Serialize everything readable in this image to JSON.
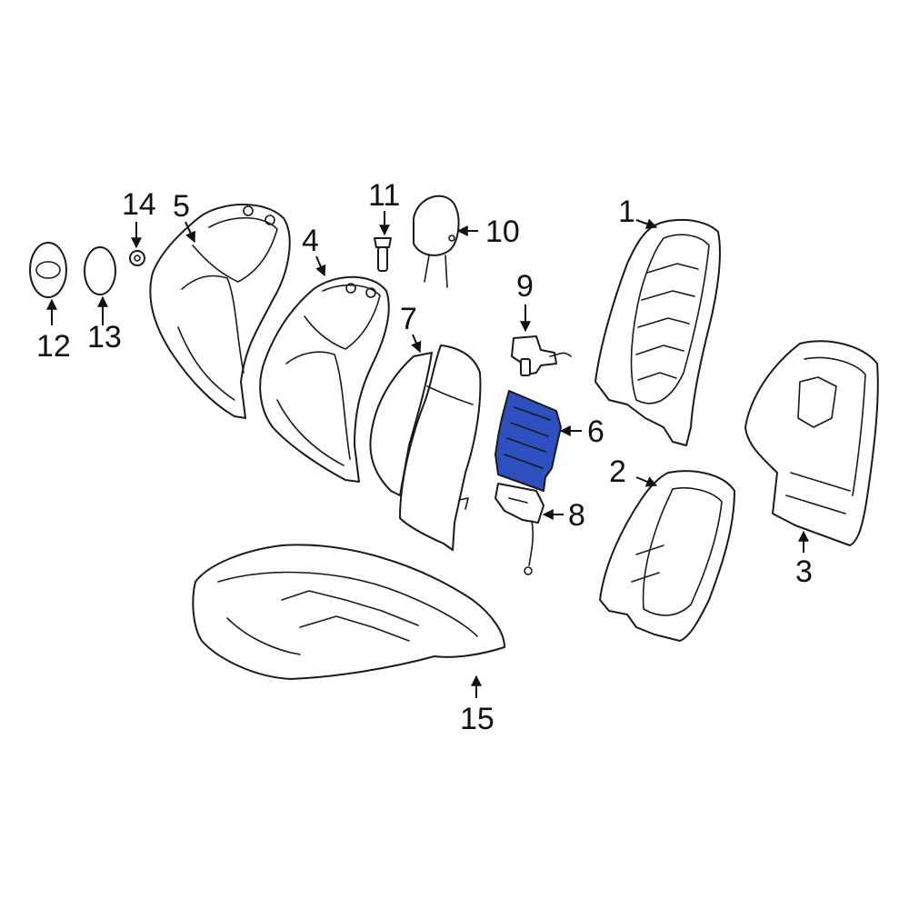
{
  "diagram": {
    "highlight_color": "#2d4fbf",
    "line_color": "#1a1a1a",
    "callouts": [
      {
        "id": "1",
        "label": "1"
      },
      {
        "id": "2",
        "label": "2"
      },
      {
        "id": "3",
        "label": "3"
      },
      {
        "id": "4",
        "label": "4"
      },
      {
        "id": "5",
        "label": "5"
      },
      {
        "id": "6",
        "label": "6"
      },
      {
        "id": "7",
        "label": "7"
      },
      {
        "id": "8",
        "label": "8"
      },
      {
        "id": "9",
        "label": "9"
      },
      {
        "id": "10",
        "label": "10"
      },
      {
        "id": "11",
        "label": "11"
      },
      {
        "id": "12",
        "label": "12"
      },
      {
        "id": "13",
        "label": "13"
      },
      {
        "id": "14",
        "label": "14"
      },
      {
        "id": "15",
        "label": "15"
      }
    ]
  }
}
